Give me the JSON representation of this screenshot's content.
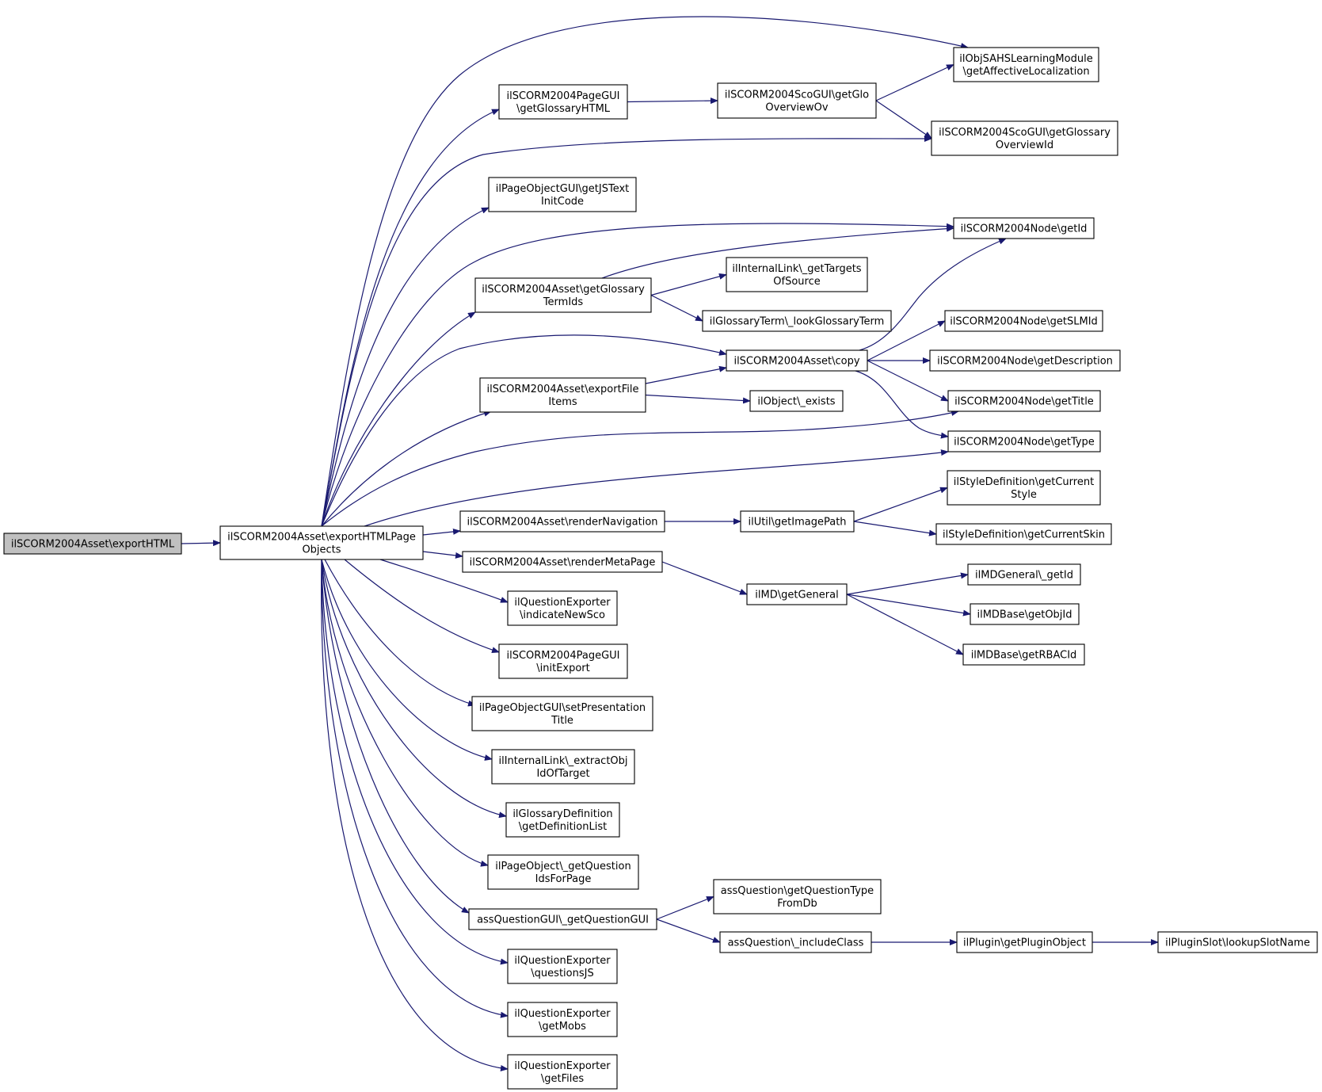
{
  "diagram": {
    "colors": {
      "edge": "#191970",
      "root_fill": "#c0c0c0",
      "node_fill": "#ffffff",
      "node_border": "#000000"
    },
    "nodes": [
      {
        "id": "exportHTML",
        "lines": [
          "ilSCORM2004Asset\\exportHTML"
        ],
        "root": true
      },
      {
        "id": "exportHTMLPageObjects",
        "lines": [
          "ilSCORM2004Asset\\exportHTMLPage",
          "Objects"
        ]
      },
      {
        "id": "getAffectiveLocalization",
        "lines": [
          "ilObjSAHSLearningModule",
          "\\getAffectiveLocalization"
        ]
      },
      {
        "id": "pageGetGlossaryHTML",
        "lines": [
          "ilSCORM2004PageGUI",
          "\\getGlossaryHTML"
        ]
      },
      {
        "id": "getGloOverviewOv",
        "lines": [
          "ilSCORM2004ScoGUI\\getGlo",
          "OverviewOv"
        ]
      },
      {
        "id": "getGlossaryOverviewId",
        "lines": [
          "ilSCORM2004ScoGUI\\getGlossary",
          "OverviewId"
        ]
      },
      {
        "id": "getJSTextInitCode",
        "lines": [
          "ilPageObjectGUI\\getJSText",
          "InitCode"
        ]
      },
      {
        "id": "nodeGetId",
        "lines": [
          "ilSCORM2004Node\\getId"
        ]
      },
      {
        "id": "getGlossaryTermIds",
        "lines": [
          "ilSCORM2004Asset\\getGlossary",
          "TermIds"
        ]
      },
      {
        "id": "getTargetsOfSource",
        "lines": [
          "ilInternalLink\\_getTargets",
          "OfSource"
        ]
      },
      {
        "id": "lookGlossaryTerm",
        "lines": [
          "ilGlossaryTerm\\_lookGlossaryTerm"
        ]
      },
      {
        "id": "getSLMId",
        "lines": [
          "ilSCORM2004Node\\getSLMId"
        ]
      },
      {
        "id": "assetCopy",
        "lines": [
          "ilSCORM2004Asset\\copy"
        ]
      },
      {
        "id": "getDescription",
        "lines": [
          "ilSCORM2004Node\\getDescription"
        ]
      },
      {
        "id": "exportFileItems",
        "lines": [
          "ilSCORM2004Asset\\exportFile",
          "Items"
        ]
      },
      {
        "id": "objectExists",
        "lines": [
          "ilObject\\_exists"
        ]
      },
      {
        "id": "nodeGetTitle",
        "lines": [
          "ilSCORM2004Node\\getTitle"
        ]
      },
      {
        "id": "nodeGetType",
        "lines": [
          "ilSCORM2004Node\\getType"
        ]
      },
      {
        "id": "getCurrentStyle",
        "lines": [
          "ilStyleDefinition\\getCurrent",
          "Style"
        ]
      },
      {
        "id": "renderNavigation",
        "lines": [
          "ilSCORM2004Asset\\renderNavigation"
        ]
      },
      {
        "id": "getImagePath",
        "lines": [
          "ilUtil\\getImagePath"
        ]
      },
      {
        "id": "getCurrentSkin",
        "lines": [
          "ilStyleDefinition\\getCurrentSkin"
        ]
      },
      {
        "id": "renderMetaPage",
        "lines": [
          "ilSCORM2004Asset\\renderMetaPage"
        ]
      },
      {
        "id": "mdGeneralGetId",
        "lines": [
          "ilMDGeneral\\_getId"
        ]
      },
      {
        "id": "mdGetGeneral",
        "lines": [
          "ilMD\\getGeneral"
        ]
      },
      {
        "id": "getObjId",
        "lines": [
          "ilMDBase\\getObjId"
        ]
      },
      {
        "id": "indicateNewSco",
        "lines": [
          "ilQuestionExporter",
          "\\indicateNewSco"
        ]
      },
      {
        "id": "getRBACId",
        "lines": [
          "ilMDBase\\getRBACId"
        ]
      },
      {
        "id": "initExport",
        "lines": [
          "ilSCORM2004PageGUI",
          "\\initExport"
        ]
      },
      {
        "id": "setPresentationTitle",
        "lines": [
          "ilPageObjectGUI\\setPresentation",
          "Title"
        ]
      },
      {
        "id": "extractObjIdOfTarget",
        "lines": [
          "ilInternalLink\\_extractObj",
          "IdOfTarget"
        ]
      },
      {
        "id": "getDefinitionList",
        "lines": [
          "ilGlossaryDefinition",
          "\\getDefinitionList"
        ]
      },
      {
        "id": "getQuestionIdsForPage",
        "lines": [
          "ilPageObject\\_getQuestion",
          "IdsForPage"
        ]
      },
      {
        "id": "getQuestionTypeFromDb",
        "lines": [
          "assQuestion\\getQuestionType",
          "FromDb"
        ]
      },
      {
        "id": "getQuestionGUI",
        "lines": [
          "assQuestionGUI\\_getQuestionGUI"
        ]
      },
      {
        "id": "includeClass",
        "lines": [
          "assQuestion\\_includeClass"
        ]
      },
      {
        "id": "getPluginObject",
        "lines": [
          "ilPlugin\\getPluginObject"
        ]
      },
      {
        "id": "lookupSlotName",
        "lines": [
          "ilPluginSlot\\lookupSlotName"
        ]
      },
      {
        "id": "questionsJS",
        "lines": [
          "ilQuestionExporter",
          "\\questionsJS"
        ]
      },
      {
        "id": "getMobs",
        "lines": [
          "ilQuestionExporter",
          "\\getMobs"
        ]
      },
      {
        "id": "getFiles",
        "lines": [
          "ilQuestionExporter",
          "\\getFiles"
        ]
      }
    ],
    "edges": [
      [
        "exportHTML",
        "exportHTMLPageObjects"
      ],
      [
        "exportHTMLPageObjects",
        "getAffectiveLocalization"
      ],
      [
        "exportHTMLPageObjects",
        "pageGetGlossaryHTML"
      ],
      [
        "exportHTMLPageObjects",
        "getGlossaryOverviewId"
      ],
      [
        "exportHTMLPageObjects",
        "getJSTextInitCode"
      ],
      [
        "exportHTMLPageObjects",
        "nodeGetId"
      ],
      [
        "exportHTMLPageObjects",
        "getGlossaryTermIds"
      ],
      [
        "exportHTMLPageObjects",
        "assetCopy"
      ],
      [
        "exportHTMLPageObjects",
        "exportFileItems"
      ],
      [
        "exportHTMLPageObjects",
        "nodeGetTitle"
      ],
      [
        "exportHTMLPageObjects",
        "nodeGetType"
      ],
      [
        "exportHTMLPageObjects",
        "renderNavigation"
      ],
      [
        "exportHTMLPageObjects",
        "renderMetaPage"
      ],
      [
        "exportHTMLPageObjects",
        "indicateNewSco"
      ],
      [
        "exportHTMLPageObjects",
        "initExport"
      ],
      [
        "exportHTMLPageObjects",
        "setPresentationTitle"
      ],
      [
        "exportHTMLPageObjects",
        "extractObjIdOfTarget"
      ],
      [
        "exportHTMLPageObjects",
        "getDefinitionList"
      ],
      [
        "exportHTMLPageObjects",
        "getQuestionIdsForPage"
      ],
      [
        "exportHTMLPageObjects",
        "getQuestionGUI"
      ],
      [
        "exportHTMLPageObjects",
        "questionsJS"
      ],
      [
        "exportHTMLPageObjects",
        "getMobs"
      ],
      [
        "exportHTMLPageObjects",
        "getFiles"
      ],
      [
        "pageGetGlossaryHTML",
        "getGloOverviewOv"
      ],
      [
        "getGloOverviewOv",
        "getAffectiveLocalization"
      ],
      [
        "getGloOverviewOv",
        "getGlossaryOverviewId"
      ],
      [
        "getGlossaryTermIds",
        "nodeGetId"
      ],
      [
        "getGlossaryTermIds",
        "getTargetsOfSource"
      ],
      [
        "getGlossaryTermIds",
        "lookGlossaryTerm"
      ],
      [
        "assetCopy",
        "nodeGetId"
      ],
      [
        "assetCopy",
        "getSLMId"
      ],
      [
        "assetCopy",
        "getDescription"
      ],
      [
        "assetCopy",
        "nodeGetTitle"
      ],
      [
        "assetCopy",
        "nodeGetType"
      ],
      [
        "exportFileItems",
        "assetCopy"
      ],
      [
        "exportFileItems",
        "objectExists"
      ],
      [
        "renderNavigation",
        "getImagePath"
      ],
      [
        "getImagePath",
        "getCurrentStyle"
      ],
      [
        "getImagePath",
        "getCurrentSkin"
      ],
      [
        "renderMetaPage",
        "mdGetGeneral"
      ],
      [
        "mdGetGeneral",
        "mdGeneralGetId"
      ],
      [
        "mdGetGeneral",
        "getObjId"
      ],
      [
        "mdGetGeneral",
        "getRBACId"
      ],
      [
        "getQuestionGUI",
        "getQuestionTypeFromDb"
      ],
      [
        "getQuestionGUI",
        "includeClass"
      ],
      [
        "includeClass",
        "getPluginObject"
      ],
      [
        "getPluginObject",
        "lookupSlotName"
      ]
    ]
  }
}
